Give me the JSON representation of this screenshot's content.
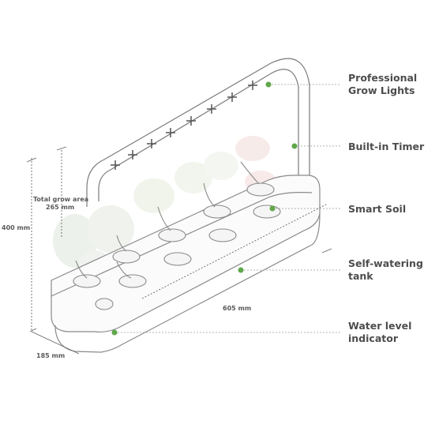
{
  "callouts": [
    {
      "line1": "Professional",
      "line2": "Grow Lights"
    },
    {
      "line1": "Built-in Timer",
      "line2": ""
    },
    {
      "line1": "Smart Soil",
      "line2": ""
    },
    {
      "line1": "Self-watering",
      "line2": "tank"
    },
    {
      "line1": "Water level",
      "line2": "indicator"
    }
  ],
  "dimensions": {
    "grow_area_label": "Total grow area",
    "grow_area_value": "265 mm",
    "height": "400 mm",
    "length": "605 mm",
    "depth": "185 mm"
  },
  "marker_color": "#5fa84a",
  "line_color": "#9a9a9a"
}
